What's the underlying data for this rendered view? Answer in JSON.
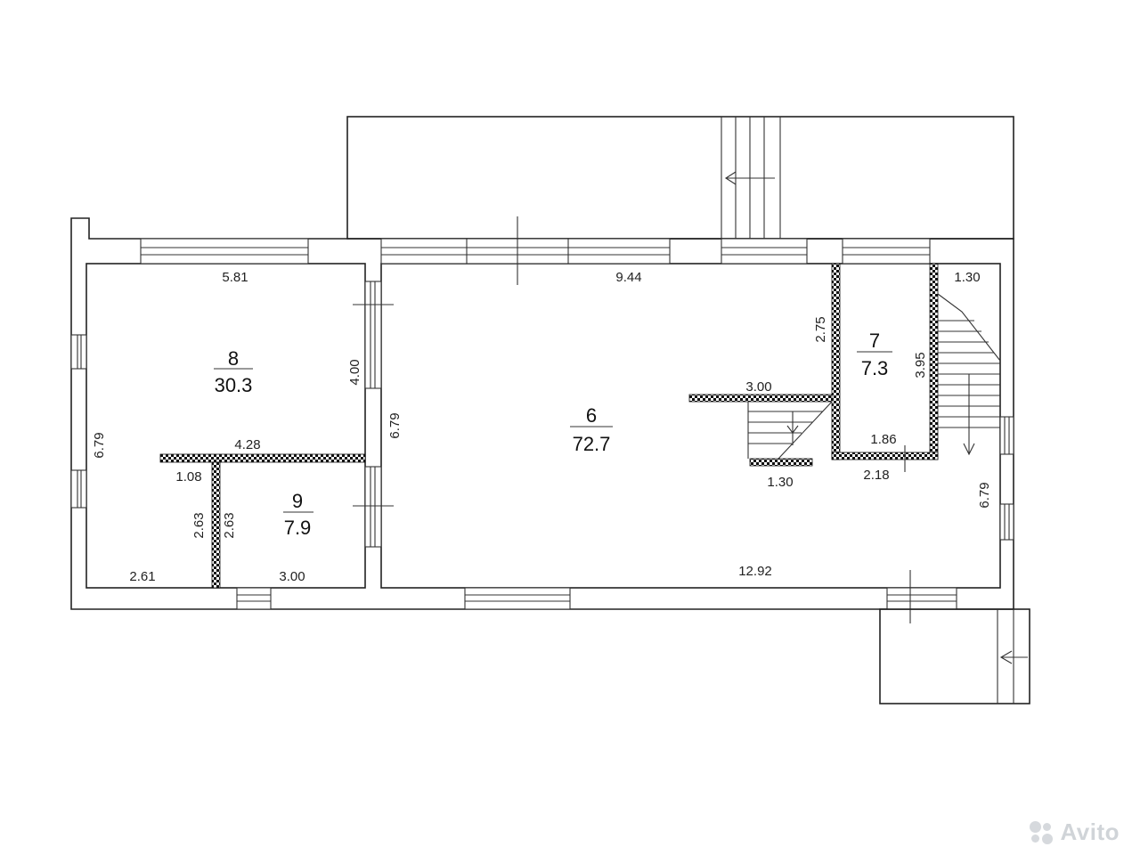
{
  "rooms": [
    {
      "id": "6",
      "number": "6",
      "area": "72.7"
    },
    {
      "id": "7",
      "number": "7",
      "area": "7.3"
    },
    {
      "id": "8",
      "number": "8",
      "area": "30.3"
    },
    {
      "id": "9",
      "number": "9",
      "area": "7.9"
    }
  ],
  "dimensions": {
    "room8_top": "5.81",
    "room8_left": "6.79",
    "room8_window_right": "4.00",
    "partition_length": "4.28",
    "partition_gap": "1.08",
    "room9_left_a": "2.63",
    "room9_left_b": "2.63",
    "room9_bottom_left": "2.61",
    "room9_bottom_right": "3.00",
    "room6_left": "6.79",
    "room6_top": "9.44",
    "room6_bottom": "12.92",
    "stair_partition": "3.00",
    "stair_bottom": "1.30",
    "room7_height": "2.75",
    "room7_inner": "3.95",
    "room7_bottom": "1.86",
    "room7_bottom_outer": "2.18",
    "stair_top_right": "1.30",
    "right_wall": "6.79"
  },
  "watermark": {
    "text": "Avito"
  }
}
